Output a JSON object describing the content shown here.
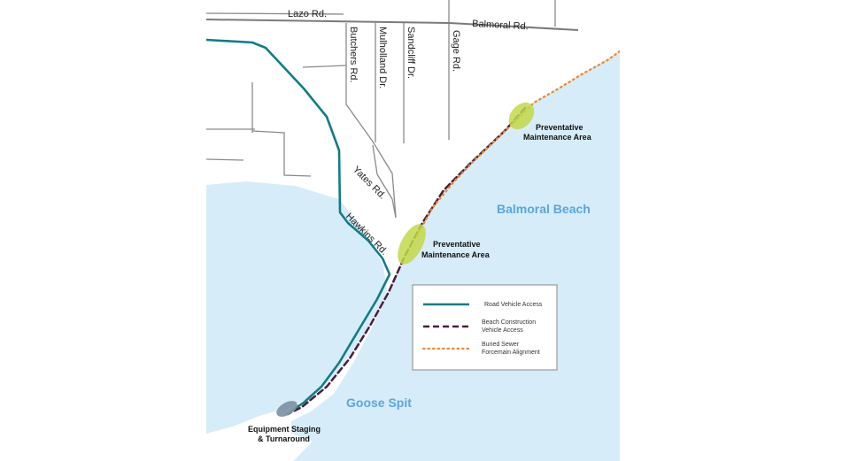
{
  "colors": {
    "water": "#d6ecf8",
    "land": "#ffffff",
    "road_vehicle_access": "#127c86",
    "beach_construction_access": "#4a1d3a",
    "sewer_forcemain": "#e98b3a",
    "maintenance_area": "#c2d84a",
    "staging_area": "#7f96a6",
    "water_label": "#5aa6dc"
  },
  "roads": {
    "lazo": "Lazo Rd.",
    "balmoral": "Balmoral Rd.",
    "butchers": "Butchers Rd.",
    "mulholland": "Mulholland Dr.",
    "sandcliff": "Sandcliff Dr.",
    "gage": "Gage Rd.",
    "yates": "Yates Rd.",
    "hawkins": "Hawkins Rd."
  },
  "places": {
    "balmoral_beach": "Balmoral Beach",
    "goose_spit": "Goose Spit"
  },
  "areas": {
    "maintenance_upper_line1": "Preventative",
    "maintenance_upper_line2": "Maintenance Area",
    "maintenance_lower_line1": "Preventative",
    "maintenance_lower_line2": "Maintenance Area",
    "staging_line1": "Equipment Staging",
    "staging_line2": "& Turnaround"
  },
  "legend": {
    "road_vehicle_access": "Road Vehicle Access",
    "beach_access_line1": "Beach Construction",
    "beach_access_line2": "Vehicle Access",
    "sewer_line1": "Buried Sewer",
    "sewer_line2": "Forcemain Alignment"
  }
}
